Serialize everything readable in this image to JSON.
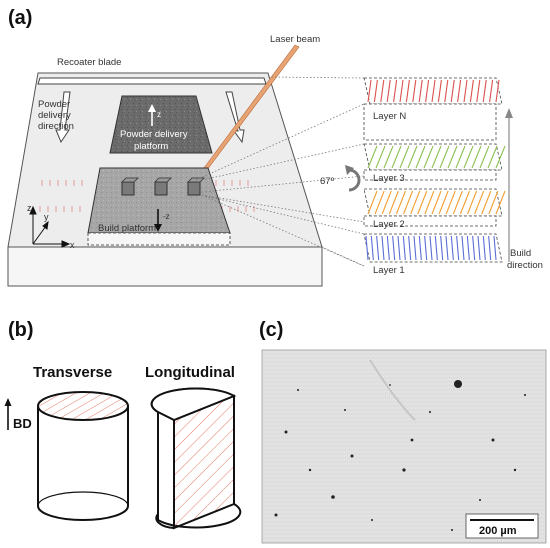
{
  "panel_a": {
    "label": "(a)",
    "recoater_blade": "Recoater blade",
    "laser_beam": "Laser beam",
    "powder_dir_line1": "Powder",
    "powder_dir_line2": "delivery",
    "powder_dir_line3": "direction",
    "powder_platform_line1": "Powder delivery",
    "powder_platform_line2": "platform",
    "powder_z": "z",
    "build_platform": "Build platform",
    "build_minus_z": "-z",
    "axis_z": "z",
    "axis_y": "y",
    "axis_x": "x",
    "rotation": "67º",
    "layer_n": "Layer N",
    "layer_3": "Layer 3",
    "layer_2": "Layer 2",
    "layer_1": "Layer 1",
    "build_dir_line1": "Build",
    "build_dir_line2": "direction",
    "colors": {
      "layer_n": "#d9534f",
      "layer_3": "#8cc152",
      "layer_2": "#f0a030",
      "layer_1": "#5b6ed6",
      "laser": "#e0a070"
    }
  },
  "panel_b": {
    "label": "(b)",
    "transverse": "Transverse",
    "longitudinal": "Longitudinal",
    "bd": "BD"
  },
  "panel_c": {
    "label": "(c)",
    "scale_bar": "200 µm"
  }
}
